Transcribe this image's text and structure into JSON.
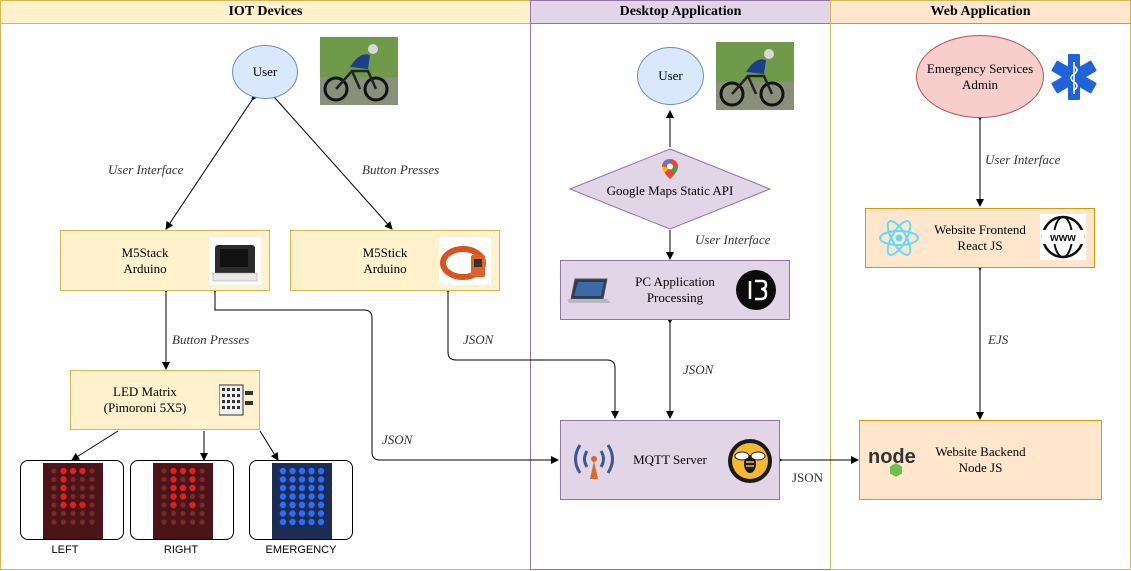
{
  "lanes": {
    "iot": "IOT Devices",
    "desktop": "Desktop Application",
    "web": "Web Application"
  },
  "iot": {
    "user": "User",
    "m5stack": "M5Stack\nArduino",
    "m5stick": "M5Stick\nArduino",
    "led_matrix": "LED Matrix\n(Pimoroni 5X5)",
    "edge_user_interface": "User Interface",
    "edge_button_presses_top": "Button Presses",
    "edge_button_presses_led": "Button Presses",
    "edge_json_m5stick": "JSON",
    "edge_json_m5stack": "JSON",
    "captions": [
      "LEFT",
      "RIGHT",
      "EMERGENCY"
    ]
  },
  "desktop": {
    "user": "User",
    "maps": "Google Maps Static API",
    "pc_app": "PC Application\nProcessing",
    "mqtt": "MQTT Server",
    "edge_user_interface": "User Interface",
    "edge_json": "JSON",
    "edge_json_backend": "JSON"
  },
  "web": {
    "admin": "Emergency Services\nAdmin",
    "frontend": "Website Frontend\nReact JS",
    "backend": "Website Backend\nNode JS",
    "edge_user_interface": "User Interface",
    "edge_ejs": "EJS",
    "www_text": "www",
    "node_text": "node"
  },
  "colors": {
    "lane_border_iot": "#d6b656",
    "lane_head_iot": "#fff2cc",
    "lane_border_desktop": "#9673a6",
    "lane_head_desktop": "#e1d5e7",
    "lane_head_web": "#ffe6cc",
    "user_ellipse": "#dae8fc",
    "admin_ellipse": "#f8cecc",
    "led_red": "#e02020",
    "led_blue": "#2a6cff"
  },
  "icons": [
    "cyclist-photo",
    "m5stack-device-icon",
    "m5stick-device-icon",
    "led-matrix-icon",
    "google-maps-pin-icon",
    "laptop-icon",
    "processing-logo-icon",
    "mqtt-antenna-icon",
    "mosquitto-logo-icon",
    "star-of-life-icon",
    "react-logo-icon",
    "www-globe-icon",
    "nodejs-logo-icon"
  ],
  "led_patterns": {
    "left": [
      0,
      1,
      1,
      1,
      0,
      0,
      1,
      0,
      0,
      0,
      0,
      1,
      0,
      0,
      0,
      0,
      1,
      0,
      0,
      0,
      0,
      1,
      1,
      1,
      0,
      0,
      0,
      0,
      0,
      0,
      0,
      0,
      0,
      0,
      0
    ],
    "right": [
      0,
      1,
      1,
      1,
      0,
      0,
      1,
      0,
      1,
      0,
      0,
      1,
      1,
      1,
      0,
      0,
      1,
      1,
      0,
      0,
      0,
      1,
      0,
      1,
      0,
      0,
      0,
      0,
      0,
      0,
      0,
      0,
      0,
      0,
      0
    ]
  }
}
